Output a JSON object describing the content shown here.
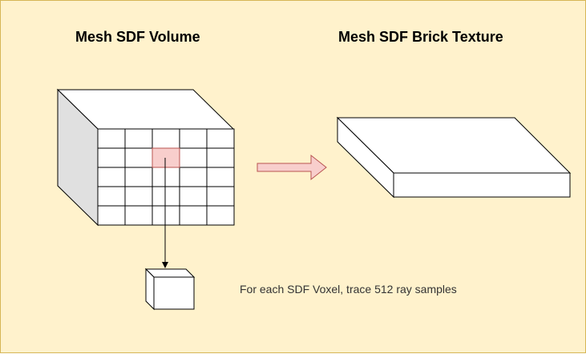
{
  "diagram": {
    "titles": {
      "volume": "Mesh SDF Volume",
      "brick_texture": "Mesh SDF Brick Texture"
    },
    "caption": "For each SDF Voxel, trace 512 ray samples",
    "volume_grid": {
      "columns": 5,
      "rows": 5,
      "highlighted_cell": {
        "column": 3,
        "row": 2
      }
    },
    "colors": {
      "background": "#fff2cc",
      "border": "#d6b656",
      "cube_face": "#ffffff",
      "cube_side": "#e0e0e0",
      "stroke": "#000000",
      "highlight_fill": "#f8cecc",
      "highlight_stroke": "#b85450",
      "arrow_fill": "#f8cecc",
      "arrow_stroke": "#b85450"
    }
  }
}
